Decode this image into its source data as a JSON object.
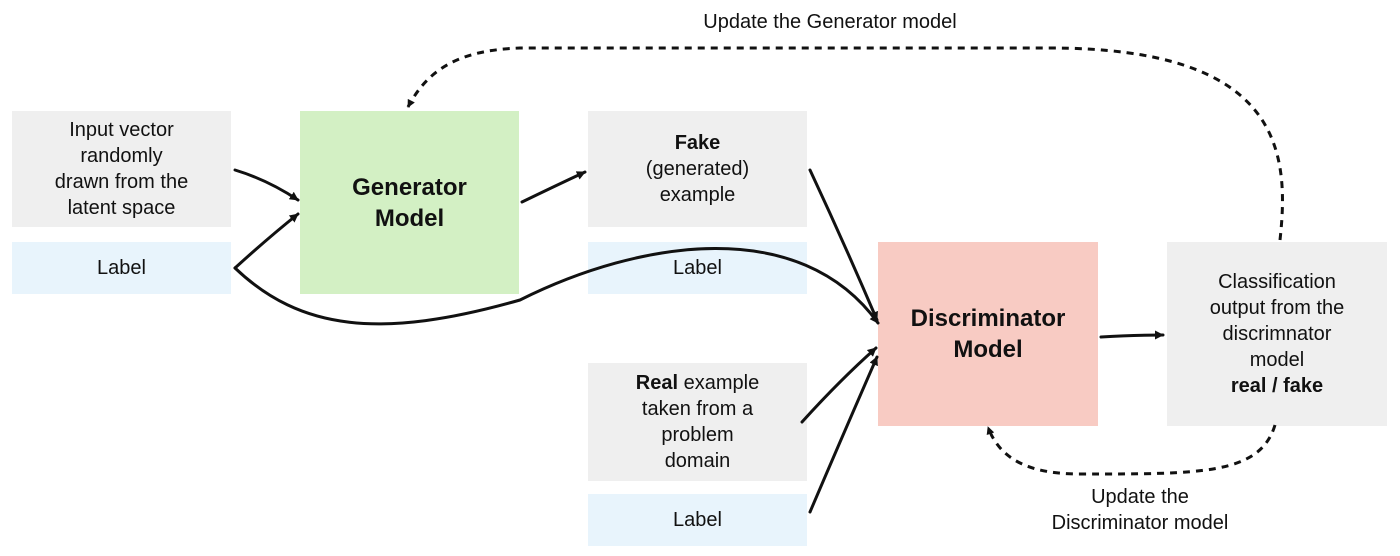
{
  "update_generator": "Update the Generator model",
  "update_discriminator": {
    "line1": "Update the",
    "line2": "Discriminator model"
  },
  "input_vector": {
    "line1": "Input vector",
    "line2": "randomly",
    "line3": "drawn from the",
    "line4": "latent space"
  },
  "label_text": "Label",
  "generator": {
    "line1": "Generator",
    "line2": "Model"
  },
  "fake_example": {
    "line1": "Fake",
    "line2": "(generated)",
    "line3": "example"
  },
  "real_example": {
    "bold": "Real",
    "line1_rest": " example",
    "line2": "taken from a",
    "line3": "problem",
    "line4": "domain"
  },
  "discriminator": {
    "line1": "Discriminator",
    "line2": "Model"
  },
  "classification": {
    "line1": "Classification",
    "line2": "output from the",
    "line3": "discrimnator",
    "line4": "model",
    "line5": "real / fake"
  },
  "colors": {
    "gray_box": "#efefef",
    "label_box": "#e8f4fc",
    "generator_box": "#d3f0c4",
    "discriminator_box": "#f8cbc3"
  }
}
